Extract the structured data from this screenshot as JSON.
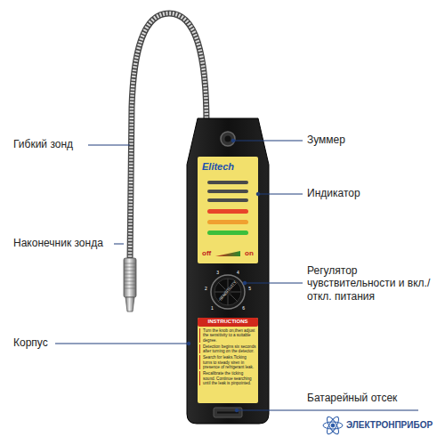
{
  "diagram": {
    "labels": [
      "Гибкий зонд",
      "Наконечник зонда",
      "Корпус",
      "Зуммер",
      "Индикатор",
      "Регулятор чувствительности и вкл./откл. питания",
      "Батарейный отсек",
      "Elitech",
      "off",
      "on",
      "SENSITIVITY",
      "INSTRUCTIONS",
      "Turn the knob on,then adjust the sensitivity to a suitable degree.",
      "Detection begins six seconds after turning on the detector.",
      "Search for leaks.Ticking turns to steady siren in presence of refrigerant leak.",
      "Recalibrate the ticking sound. Continue searching until the leak is pinpointed.",
      "1",
      "2",
      "3",
      "4",
      "5",
      "6",
      "ЭЛЕКТРОНПРИБОР"
    ]
  }
}
